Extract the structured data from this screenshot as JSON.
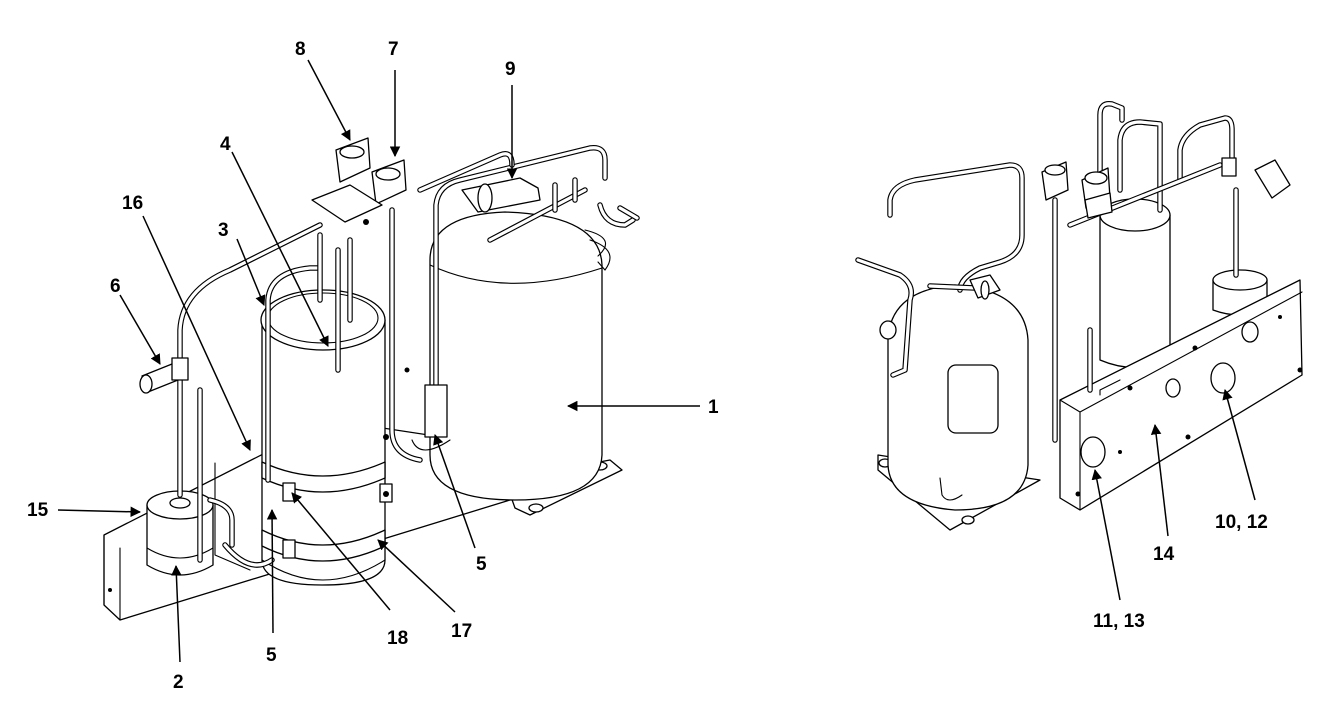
{
  "callouts": {
    "c1": "1",
    "c2": "2",
    "c3": "3",
    "c4": "4",
    "c5a": "5",
    "c5b": "5",
    "c6": "6",
    "c7": "7",
    "c8": "8",
    "c9": "9",
    "c10_12": "10, 12",
    "c11_13": "11, 13",
    "c14": "14",
    "c15": "15",
    "c16": "16",
    "c17": "17",
    "c18": "18"
  }
}
